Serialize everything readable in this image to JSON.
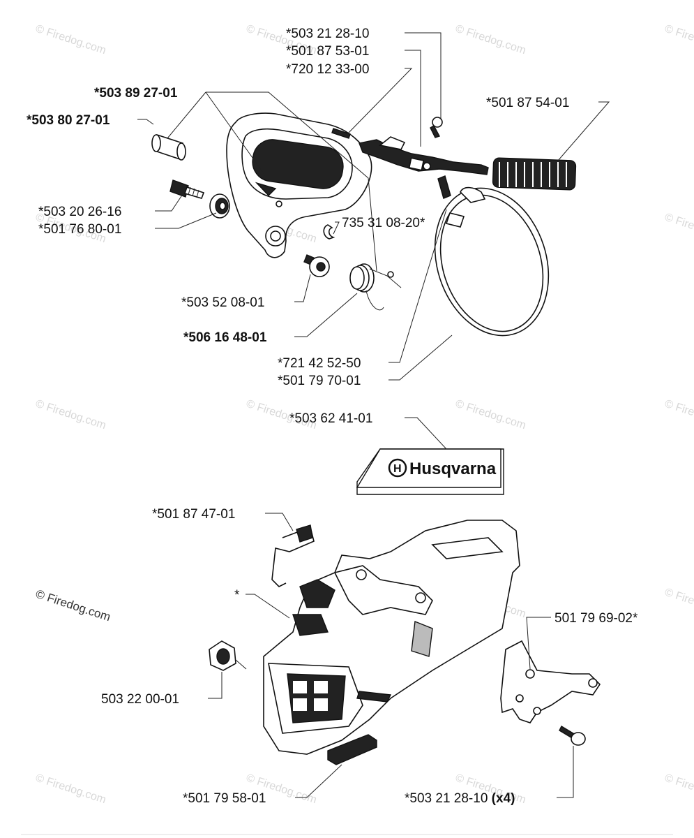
{
  "watermark": "© Firedog.com",
  "brand": "Husqvarna",
  "parts": [
    {
      "id": "p1",
      "text": "*503 21 28-10",
      "bold": false
    },
    {
      "id": "p2",
      "text": "*501 87 53-01",
      "bold": false
    },
    {
      "id": "p3",
      "text": "*720 12 33-00",
      "bold": false
    },
    {
      "id": "p4",
      "text": "*503 89 27-01",
      "bold": true
    },
    {
      "id": "p5",
      "text": "*503 80 27-01",
      "bold": true
    },
    {
      "id": "p6",
      "text": "*501 87 54-01",
      "bold": false
    },
    {
      "id": "p7",
      "text": "*503 20 26-16",
      "bold": false
    },
    {
      "id": "p8",
      "text": "*501 76 80-01",
      "bold": false
    },
    {
      "id": "p9",
      "text": "735 31 08-20*",
      "bold": false
    },
    {
      "id": "p10",
      "text": "*503 52 08-01",
      "bold": false
    },
    {
      "id": "p11",
      "text": "*506 16 48-01",
      "bold": true
    },
    {
      "id": "p12",
      "text": "*721 42 52-50",
      "bold": false
    },
    {
      "id": "p13",
      "text": "*501 79 70-01",
      "bold": false
    },
    {
      "id": "p14",
      "text": "*503 62 41-01",
      "bold": false
    },
    {
      "id": "p15",
      "text": "*501 87 47-01",
      "bold": false
    },
    {
      "id": "p16",
      "text": "*",
      "bold": false
    },
    {
      "id": "p17",
      "text": "501 79 69-02*",
      "bold": false
    },
    {
      "id": "p18",
      "text": "503 22 00-01",
      "bold": false
    },
    {
      "id": "p19",
      "text": "*501 79 58-01",
      "bold": false
    },
    {
      "id": "p20",
      "text": "*503 21 28-10",
      "bold": false,
      "suffix": "(x4)"
    }
  ]
}
